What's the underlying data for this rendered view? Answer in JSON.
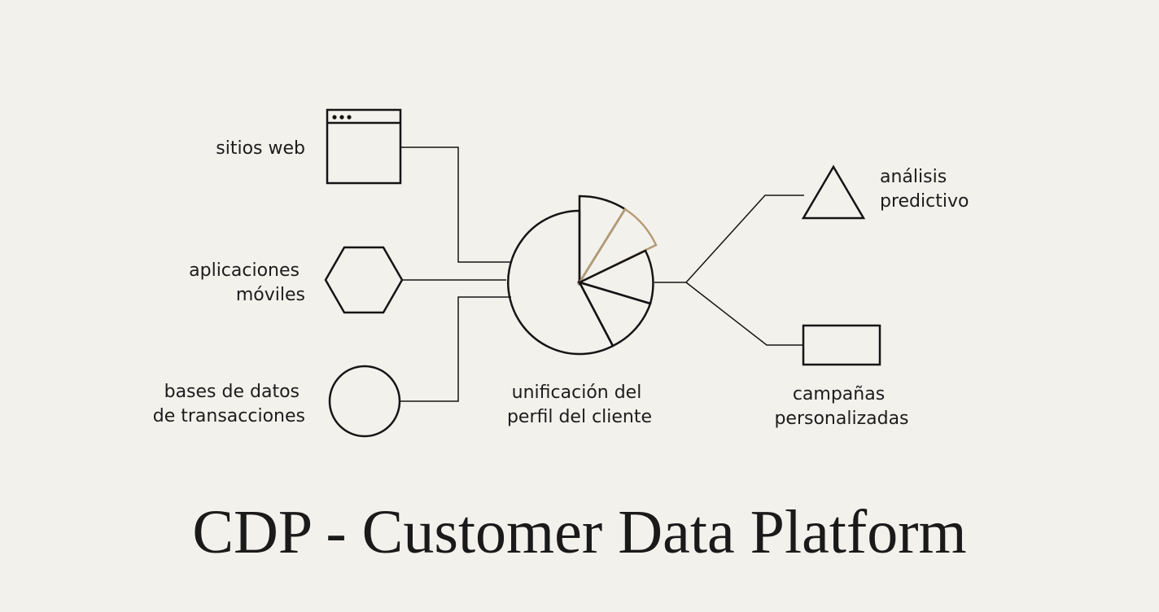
{
  "diagram": {
    "title": "CDP - Customer Data Platform",
    "sources": {
      "web": {
        "icon": "browser-window-icon",
        "label_lines": [
          "sitios web"
        ]
      },
      "mobile": {
        "icon": "hexagon-icon",
        "label_lines": [
          "aplicaciones",
          "móviles"
        ]
      },
      "transactions": {
        "icon": "circle-icon",
        "label_lines": [
          "bases de datos",
          "de transacciones"
        ]
      }
    },
    "hub": {
      "icon": "pie-chart-icon",
      "label_lines": [
        "unificación del",
        "perfil del cliente"
      ]
    },
    "outputs": {
      "predictive": {
        "icon": "triangle-icon",
        "label_lines": [
          "análisis",
          "predictivo"
        ]
      },
      "campaigns": {
        "icon": "rectangle-icon",
        "label_lines": [
          "campañas",
          "personalizadas"
        ]
      }
    },
    "colors": {
      "background": "#f3f1ec",
      "stroke": "#151515",
      "accent": "#b59b74"
    }
  }
}
